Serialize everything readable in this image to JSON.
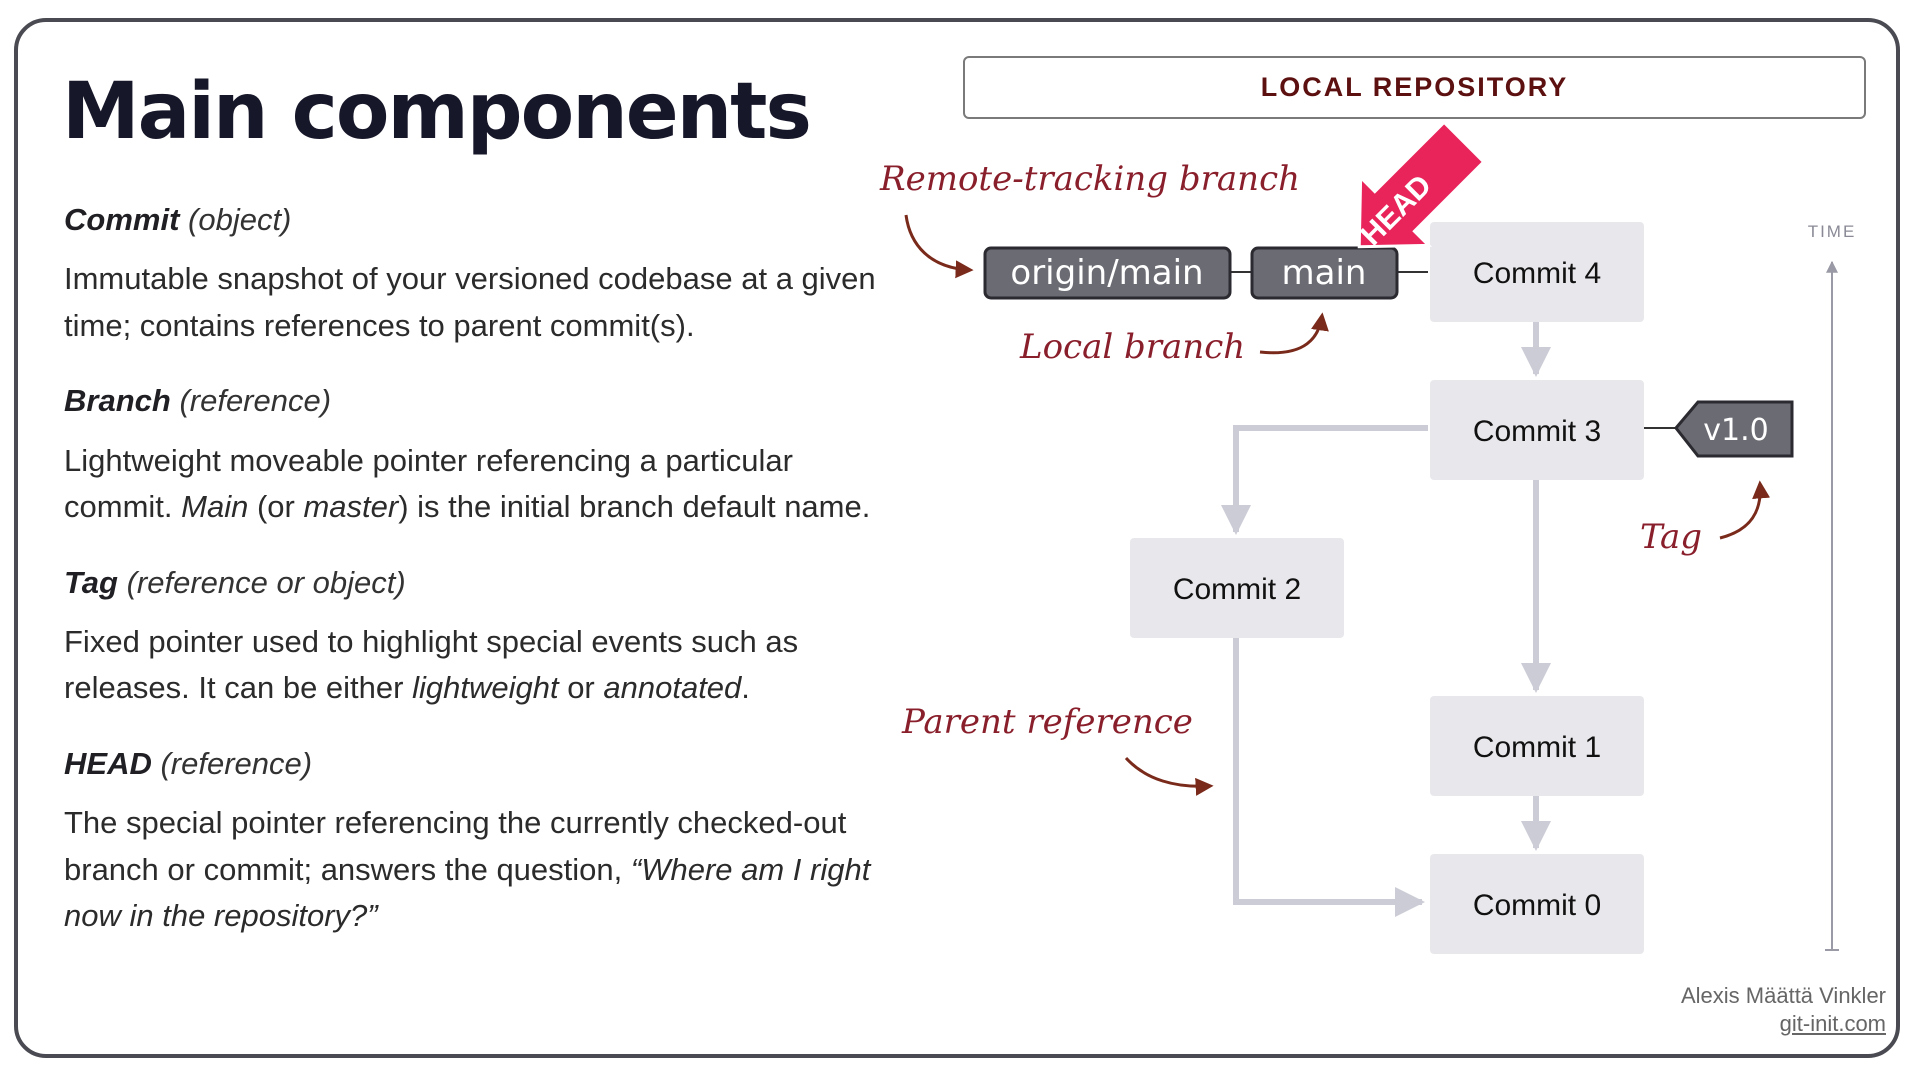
{
  "title": "Main components",
  "repo_label": "LOCAL REPOSITORY",
  "sections": [
    {
      "term": "Commit",
      "kind": "(object)",
      "parts": [
        "Immutable snapshot of your versioned codebase at a given time; contains references to parent commit(s)."
      ]
    },
    {
      "term": "Branch",
      "kind": "(reference)",
      "parts": [
        "Lightweight moveable pointer referencing a particular commit. ",
        "Main",
        " (or ",
        "master",
        ") is the initial branch default name."
      ]
    },
    {
      "term": "Tag",
      "kind": "(reference or object)",
      "parts": [
        "Fixed pointer used to highlight special events such as releases. It can be either ",
        "lightweight",
        " or ",
        "annotated",
        "."
      ]
    },
    {
      "term": "HEAD",
      "kind": "(reference)",
      "parts": [
        "The special pointer referencing the currently checked-out branch or commit; answers the question, ",
        "“Where am I right now in the repository?”"
      ]
    }
  ],
  "diagram": {
    "commits": [
      "Commit 4",
      "Commit 3",
      "Commit 2",
      "Commit 1",
      "Commit 0"
    ],
    "refs": {
      "remote": "origin/main",
      "local": "main",
      "tag": "v1.0",
      "head": "HEAD"
    },
    "annotations": {
      "remote_tracking": "Remote-tracking branch",
      "local_branch": "Local branch",
      "tag": "Tag",
      "parent_reference": "Parent reference"
    },
    "time_label": "TIME"
  },
  "credit": {
    "author": "Alexis Määttä Vinkler",
    "site": "git-init.com"
  },
  "colors": {
    "title": "#17172a",
    "ref_fill": "#6b6b73",
    "commit_fill": "#e8e8ec",
    "edge": "#ccccd6",
    "annotation": "#8a1f2c",
    "annotation_arrow": "#7a2a1a",
    "head": "#e8245a",
    "repo_text": "#5c1010"
  }
}
